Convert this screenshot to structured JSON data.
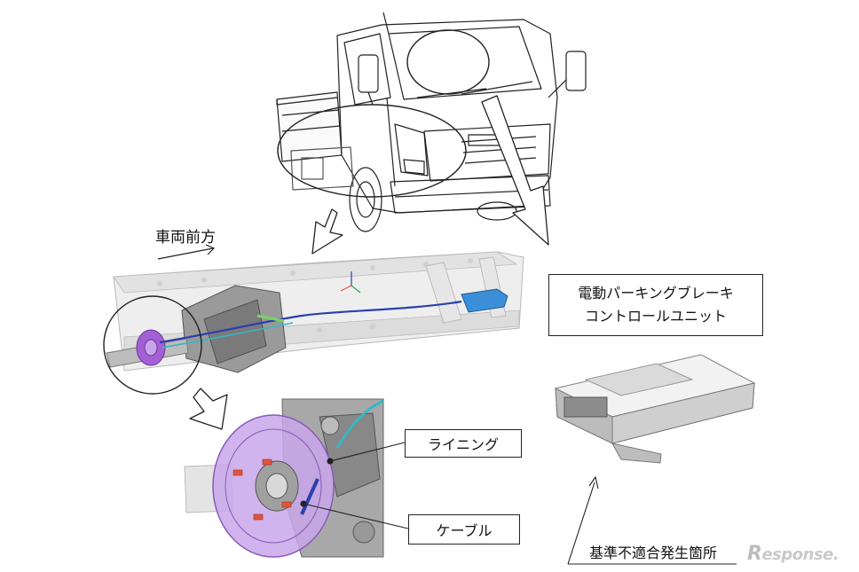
{
  "labels": {
    "vehicle_front": "車両前方",
    "ecu_line1": "電動パーキングブレーキ",
    "ecu_line2": "コントロールユニット",
    "lining": "ライニング",
    "cable": "ケーブル",
    "defect_location": "基準不適合発生箇所"
  },
  "watermark": {
    "r": "R",
    "rest": "esponse."
  },
  "colors": {
    "line": "#222222",
    "drum_purple": "#a45fd6",
    "cable_blue": "#2a3fb0",
    "cable_cyan": "#35b8c4",
    "connector_blue": "#3a8fd8",
    "bolt_red": "#e0553a",
    "frame_gray": "#c8c8c8",
    "ecu_gray": "#9a9a9a"
  }
}
